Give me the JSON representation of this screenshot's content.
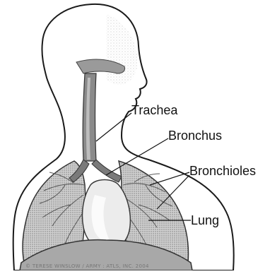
{
  "labels": {
    "trachea": "Trachea",
    "bronchus": "Bronchus",
    "bronchioles": "Bronchioles",
    "lung": "Lung"
  },
  "credit": "© TERESE WINSLOW / ARMY : ATLS, INC. 2004",
  "colors": {
    "ink": "#111111",
    "airway_fill": "#8a8a8a",
    "lung_fill": "#d2d2d2",
    "diaphragm_fill": "#a8a8a8",
    "heart_fill": "#e4e4e4"
  }
}
